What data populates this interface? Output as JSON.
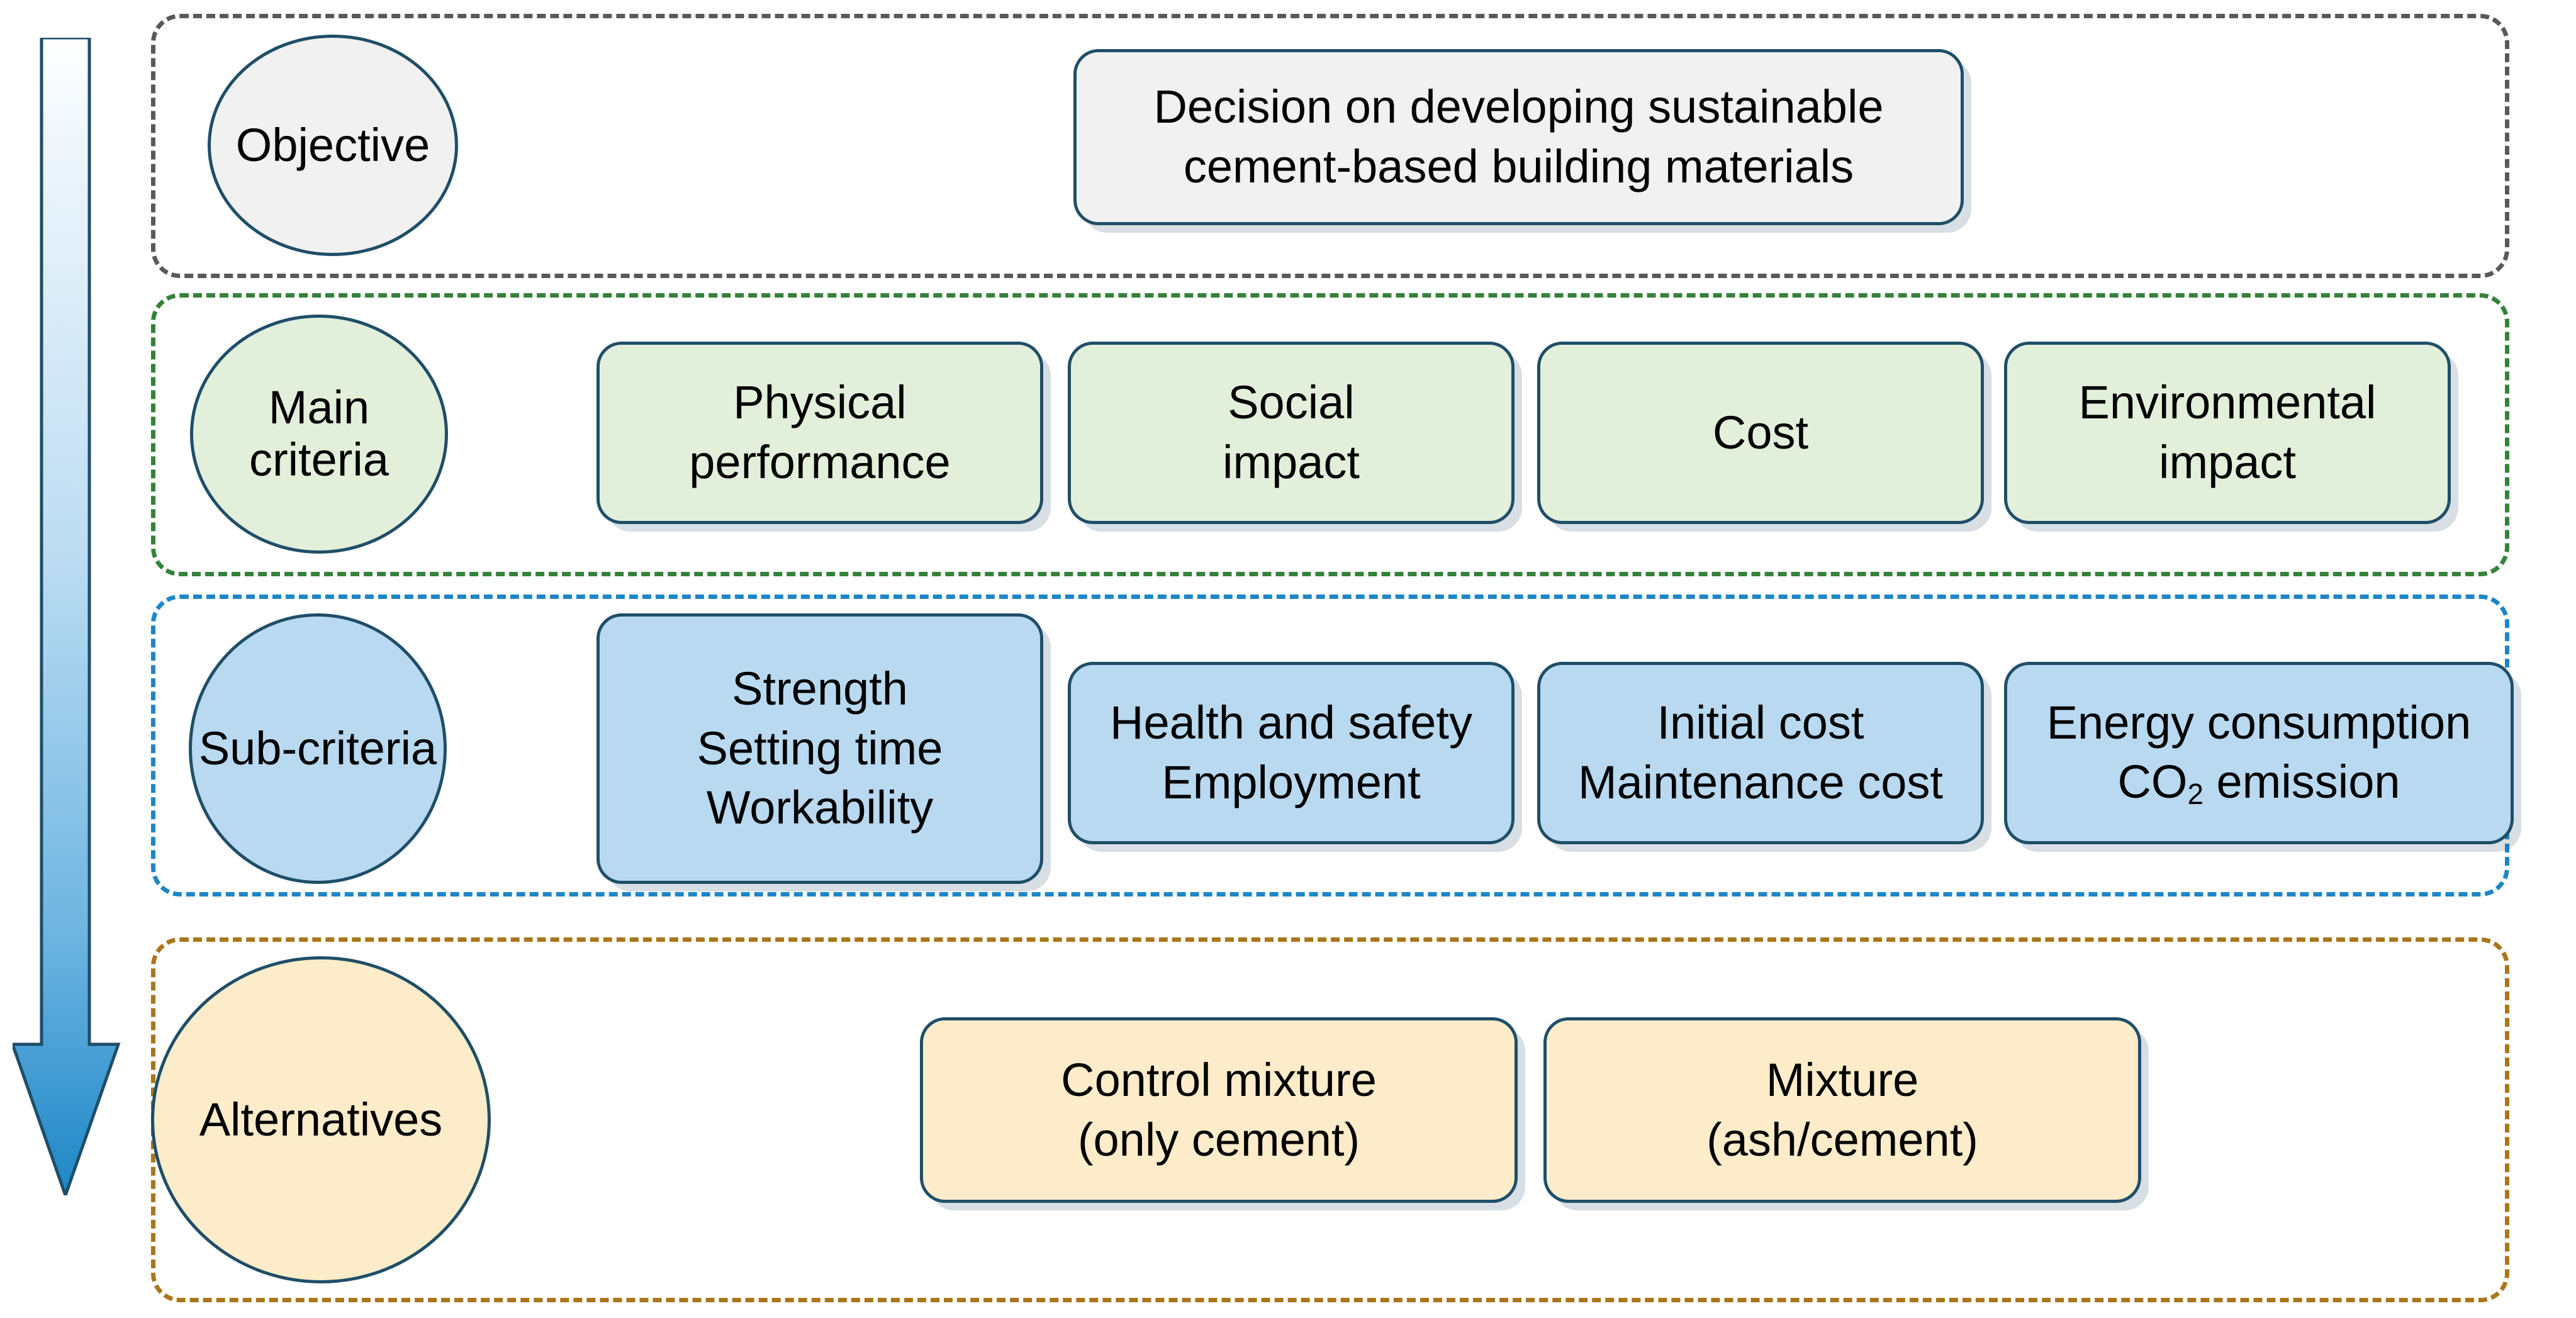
{
  "diagram": {
    "title": "AHP decision hierarchy for sustainable cement-based building materials",
    "flow_arrow_name": "downward-hierarchy-arrow",
    "colors": {
      "objective_band": "#595959",
      "main_band": "#34823a",
      "sub_band": "#1e86c8",
      "alternatives_band": "#a9761a",
      "objective_fill": "#f1f1f1",
      "main_fill": "#e2efda",
      "sub_fill": "#b8d9f0",
      "alternatives_fill": "#fcecc9",
      "node_border": "#1f4e68",
      "arrow_top": "#ffffff",
      "arrow_bottom": "#1e86c8"
    }
  },
  "levels": [
    {
      "id": "objective",
      "label": "Objective",
      "nodes": [
        {
          "lines": [
            "Decision on developing sustainable",
            "cement-based building materials"
          ]
        }
      ]
    },
    {
      "id": "main-criteria",
      "label": "Main criteria",
      "nodes": [
        {
          "lines": [
            "Physical",
            "performance"
          ]
        },
        {
          "lines": [
            "Social",
            "impact"
          ]
        },
        {
          "lines": [
            "Cost"
          ]
        },
        {
          "lines": [
            "Environmental",
            "impact"
          ]
        }
      ]
    },
    {
      "id": "sub-criteria",
      "label": "Sub-criteria",
      "nodes": [
        {
          "lines": [
            "Strength",
            "Setting time",
            "Workability"
          ]
        },
        {
          "lines": [
            "Health and safety",
            "Employment"
          ]
        },
        {
          "lines": [
            "Initial cost",
            "Maintenance cost"
          ]
        },
        {
          "lines": [
            "Energy consumption",
            "CO2 emission"
          ],
          "html_lines": [
            "Energy consumption",
            "CO<sub>2</sub> emission"
          ]
        }
      ]
    },
    {
      "id": "alternatives",
      "label": "Alternatives",
      "nodes": [
        {
          "lines": [
            "Control mixture",
            "(only cement)"
          ]
        },
        {
          "lines": [
            "Mixture",
            "(ash/cement)"
          ]
        }
      ]
    }
  ]
}
